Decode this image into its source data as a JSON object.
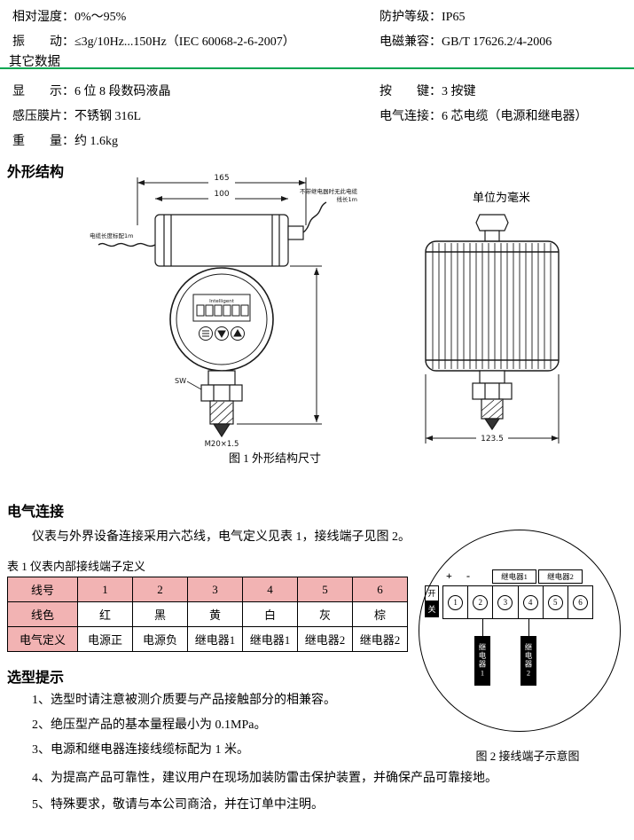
{
  "colors": {
    "accent_green": "#00a651",
    "table_pink": "#f2b3b3",
    "ink": "#000000"
  },
  "top_specs": {
    "rows": [
      {
        "left": "相对湿度：0%～95%",
        "right": "防护等级：IP65"
      },
      {
        "left": "振　　动：≤3g/10Hz...150Hz（IEC 60068-2-6-2007）",
        "right": "电磁兼容：GB/T 17626.2/4-2006"
      }
    ]
  },
  "other_data": {
    "title": "其它数据",
    "rows": [
      {
        "left": "显　　示：6 位 8 段数码液晶",
        "right": "按　　键：3 按键"
      },
      {
        "left": "感压膜片：不锈钢 316L",
        "right": "电气连接：6 芯电缆（电源和继电器）"
      },
      {
        "left": "重　　量：约 1.6kg",
        "right": ""
      }
    ]
  },
  "outline": {
    "heading": "外形结构",
    "unit_note": "单位为毫米",
    "caption": "图 1 外形结构尺寸",
    "dims": {
      "width_total": "165",
      "width_inner": "100",
      "thread": "M20×1.5",
      "side_width": "123.5",
      "sw": "SW"
    },
    "annotations": {
      "left_cable": "电缆长度标配1m",
      "right_cable_1": "不带继电器时无此电缆",
      "right_cable_2": "线长1m",
      "display_brand": "Intelligent"
    }
  },
  "electrical": {
    "heading": "电气连接",
    "intro": "仪表与外界设备连接采用六芯线，电气定义见表 1，接线端子见图 2。",
    "table_caption": "表 1 仪表内部接线端子定义",
    "table": {
      "rows": [
        {
          "label": "线号",
          "cells": [
            "1",
            "2",
            "3",
            "4",
            "5",
            "6"
          ]
        },
        {
          "label": "线色",
          "cells": [
            "红",
            "黑",
            "黄",
            "白",
            "灰",
            "棕"
          ]
        },
        {
          "label": "电气定义",
          "cells": [
            "电源正",
            "电源负",
            "继电器1",
            "继电器1",
            "继电器2",
            "继电器2"
          ]
        }
      ]
    },
    "fig2": {
      "caption": "图 2 接线端子示意图",
      "plus": "+",
      "minus": "-",
      "relay1_label": "继电器1",
      "relay2_label": "继电器2",
      "terminals": [
        "1",
        "2",
        "3",
        "4",
        "5",
        "6"
      ],
      "switch_on": "开",
      "switch_off": "关",
      "block1": "继电器1",
      "block2": "继电器2"
    }
  },
  "selection": {
    "heading": "选型提示",
    "items": [
      "1、选型时请注意被测介质要与产品接触部分的相兼容。",
      "2、绝压型产品的基本量程最小为 0.1MPa。",
      "3、电源和继电器连接线缆标配为 1 米。",
      "4、为提高产品可靠性，建议用户在现场加装防雷击保护装置，并确保产品可靠接地。",
      "5、特殊要求，敬请与本公司商洽，并在订单中注明。"
    ]
  }
}
